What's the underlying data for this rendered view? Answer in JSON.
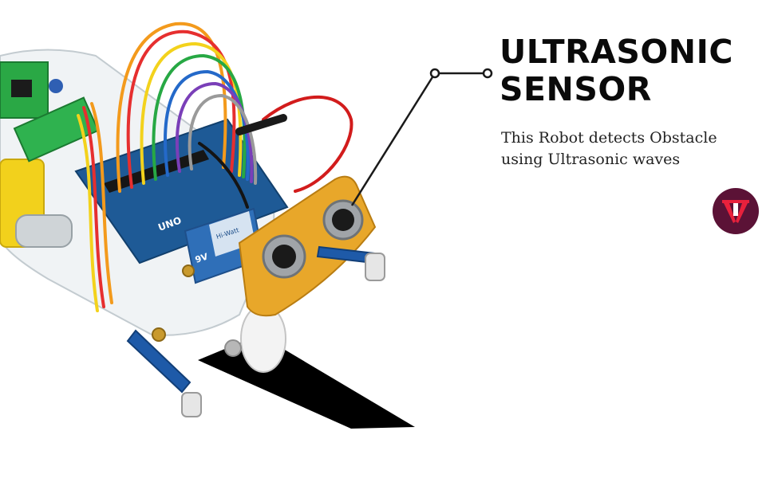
{
  "heading": {
    "line1": "ULTRASONIC",
    "line2": "SENSOR"
  },
  "description": {
    "line1": "This Robot detects Obstacle",
    "line2": "using Ultrasonic waves"
  },
  "product_labels": {
    "arduino_board": "UNO",
    "battery_brand": "Hi-Watt",
    "battery_voltage": "9V"
  },
  "colors": {
    "headline": "#0a0a0a",
    "body_text": "#222222",
    "logo_bg": "#5b1236",
    "logo_accent": "#e8213c",
    "arduino_blue": "#1e5a96",
    "sensor_yellow": "#e8a72a",
    "battery_blue": "#2f6fb8",
    "track": "#000000"
  },
  "icons": {
    "brand_logo": "tv-monogram-logo",
    "callout": "callout-pointer-dots"
  }
}
